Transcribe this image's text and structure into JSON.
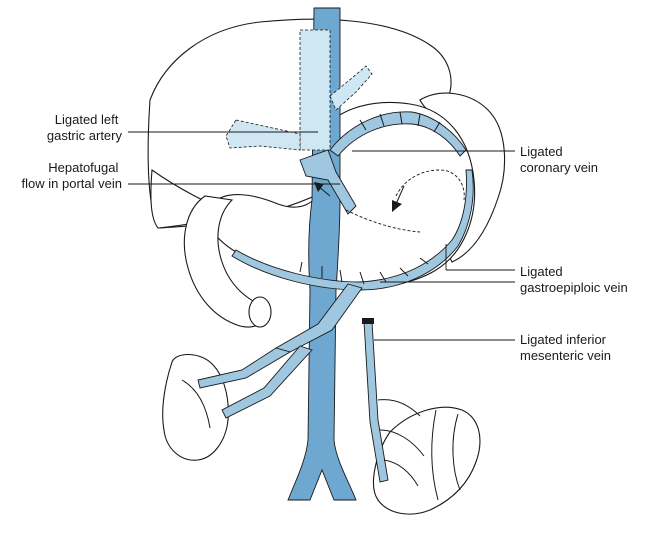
{
  "labels": {
    "ligated_left_gastric_artery": [
      "Ligated left",
      "gastric artery"
    ],
    "hepatofugal_flow": [
      "Hepatofugal",
      "flow in portal vein"
    ],
    "ligated_coronary_vein": [
      "Ligated",
      "coronary vein"
    ],
    "ligated_gastroepiploic_vein": [
      "Ligated",
      "gastroepiploic vein"
    ],
    "ligated_inferior_mesenteric_vein": [
      "Ligated inferior",
      "mesenteric vein"
    ]
  },
  "colors": {
    "vein_fill": "#9fc7e0",
    "vein_dark": "#6ea7cf",
    "vein_light": "#cfe6f3",
    "outline": "#1a1a1a"
  }
}
